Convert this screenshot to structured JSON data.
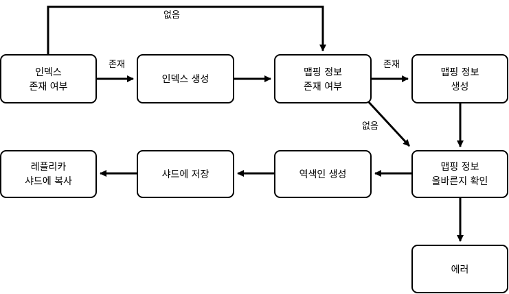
{
  "colors": {
    "stroke": "#000000",
    "fill": "#ffffff",
    "text": "#000000"
  },
  "nodes": {
    "index_exists": {
      "lines": [
        "인덱스",
        "존재 여부"
      ]
    },
    "create_index": {
      "lines": [
        "인덱스 생성"
      ]
    },
    "mapping_exists": {
      "lines": [
        "맵핑 정보",
        "존재 여부"
      ]
    },
    "create_mapping": {
      "lines": [
        "맵핑 정보",
        "생성"
      ]
    },
    "check_mapping": {
      "lines": [
        "맵핑 정보",
        "올바른지 확인"
      ]
    },
    "create_inverted_index": {
      "lines": [
        "역색인 생성"
      ]
    },
    "store_in_shard": {
      "lines": [
        "샤드에 저장"
      ]
    },
    "copy_replica": {
      "lines": [
        "레플리카",
        "샤드에 복사"
      ]
    },
    "error": {
      "lines": [
        "에러"
      ]
    }
  },
  "edges": {
    "index_missing": {
      "label": "없음"
    },
    "index_present": {
      "label": "존재"
    },
    "mapping_present": {
      "label": "존재"
    },
    "mapping_missing": {
      "label": "없음"
    }
  }
}
